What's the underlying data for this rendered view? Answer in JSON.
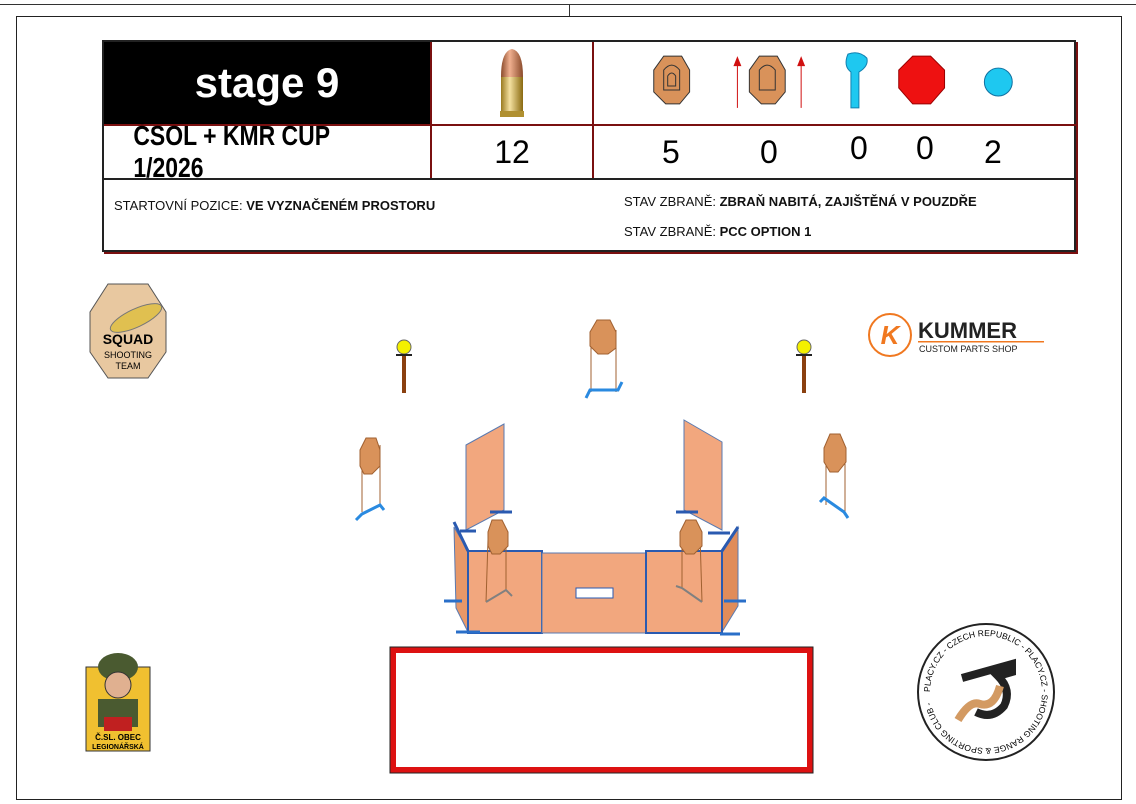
{
  "stage": {
    "title": "stage 9",
    "match": "ČSOL + KMR CUP 1/2026",
    "rounds": "12",
    "target_counts": [
      {
        "icon": "paper-target-icon",
        "value": "5"
      },
      {
        "icon": "moving-paper-target-icon",
        "value": "0"
      },
      {
        "icon": "popper-icon",
        "value": "0"
      },
      {
        "icon": "octagon-plate-icon",
        "value": "0"
      },
      {
        "icon": "round-plate-icon",
        "value": "2"
      }
    ],
    "start_label": "STARTOVNÍ POZICE: ",
    "start_value": "VE VYZNAČENÉM PROSTORU",
    "weapon_label": "STAV ZBRANĚ: ",
    "weapon_value": "ZBRAŇ NABITÁ, ZAJIŠTĚNÁ V POUZDŘE",
    "pcc_label": "STAV ZBRANĚ: ",
    "pcc_value": "PCC OPTION 1"
  },
  "logos": {
    "squad": "SQUAD SHOOTING TEAM",
    "kummer": "KUMMER",
    "kummer_sub": "CUSTOM PARTS SHOP",
    "csol": "Č.SL. OBEC LEGIONÁŘSKÁ",
    "placy": "PLACY.CZ - CZECH REPUBLIC - PLACY.CZ - SHOOTING RANGE & SPORTING CLUB -"
  },
  "colors": {
    "paper": "#d9925a",
    "steel_red": "#ee1111",
    "plate_blue": "#1ec8f0",
    "wall": "#f2a77e",
    "frame_blue": "#2a6fc9",
    "box_red": "#dd1111"
  }
}
